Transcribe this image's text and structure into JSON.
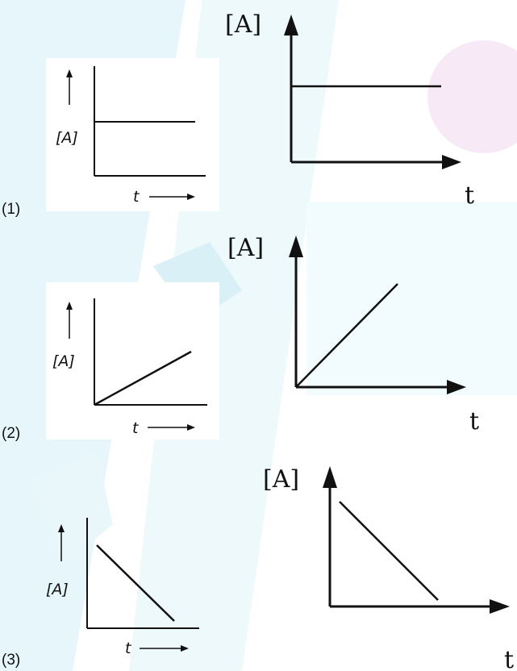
{
  "options": [
    {
      "label": "(1)",
      "small_graph": {
        "y_label": "[A]",
        "x_label": "t",
        "trend": "constant"
      },
      "large_graph": {
        "y_label": "[A]",
        "x_label": "t",
        "trend": "constant"
      }
    },
    {
      "label": "(2)",
      "small_graph": {
        "y_label": "[A]",
        "x_label": "t",
        "trend": "increasing"
      },
      "large_graph": {
        "y_label": "[A]",
        "x_label": "t",
        "trend": "increasing"
      }
    },
    {
      "label": "(3)",
      "small_graph": {
        "y_label": "[A]",
        "x_label": "t",
        "trend": "decreasing"
      },
      "large_graph": {
        "y_label": "[A]",
        "x_label": "t",
        "trend": "decreasing"
      }
    }
  ],
  "colors": {
    "line": "#111111",
    "background_tint": "#cfeef7",
    "watermark": "#f3d6f0"
  }
}
